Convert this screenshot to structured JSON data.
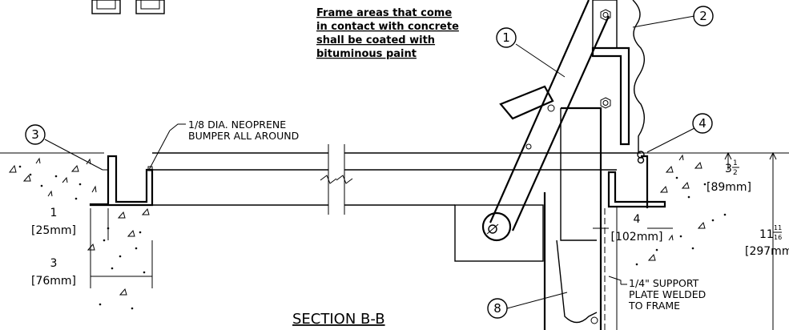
{
  "drawing": {
    "note": [
      "Frame areas that come",
      "in contact with concrete",
      "shall be coated with",
      "bituminous paint"
    ],
    "bumper": [
      "1/8 DIA. NEOPRENE",
      "BUMPER ALL AROUND"
    ],
    "support": [
      "1/4\" SUPPORT",
      "PLATE WELDED",
      "TO FRAME"
    ],
    "title": "SECTION B-B",
    "callouts": [
      "1",
      "2",
      "3",
      "4",
      "8"
    ],
    "dims": {
      "d1": "1",
      "d1_mm": "[25mm]",
      "d3": "3",
      "d3_mm": "[76mm]",
      "d4": "4",
      "d4_mm": "[102mm]",
      "d35_whole": "3",
      "d35_num": "1",
      "d35_den": "2",
      "d35_mm": "[89mm]",
      "d11_whole": "11",
      "d11_num": "11",
      "d11_den": "16",
      "d11_mm": "[297mm]"
    }
  }
}
